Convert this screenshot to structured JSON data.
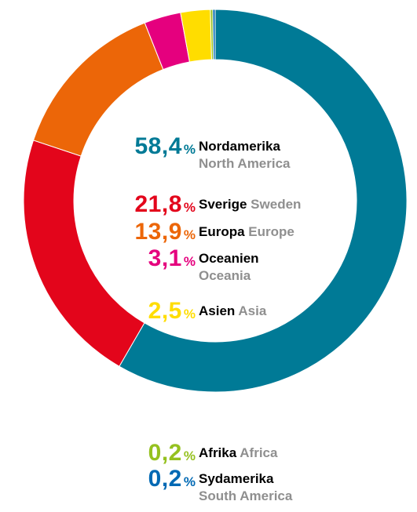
{
  "chart_data": {
    "type": "pie",
    "style": "donut",
    "percent_sign": "%",
    "colors": {
      "swedish_label": "#000000",
      "english_label": "#8f8f8f"
    },
    "slices": [
      {
        "value": "58,4",
        "percent": 58.4,
        "label_sv": "Nordamerika",
        "label_en": "North America",
        "color": "#007a96"
      },
      {
        "value": "21,8",
        "percent": 21.8,
        "label_sv": "Sverige",
        "label_en": "Sweden",
        "color": "#e3051b"
      },
      {
        "value": "13,9",
        "percent": 13.9,
        "label_sv": "Europa",
        "label_en": "Europe",
        "color": "#ec6608"
      },
      {
        "value": "3,1",
        "percent": 3.1,
        "label_sv": "Oceanien",
        "label_en": "Oceania",
        "color": "#e5007e"
      },
      {
        "value": "2,5",
        "percent": 2.5,
        "label_sv": "Asien",
        "label_en": "Asia",
        "color": "#ffdd00"
      },
      {
        "value": "0,2",
        "percent": 0.2,
        "label_sv": "Afrika",
        "label_en": "Africa",
        "color": "#95c11f"
      },
      {
        "value": "0,2",
        "percent": 0.2,
        "label_sv": "Sydamerika",
        "label_en": "South America",
        "color": "#0069b4"
      }
    ]
  }
}
